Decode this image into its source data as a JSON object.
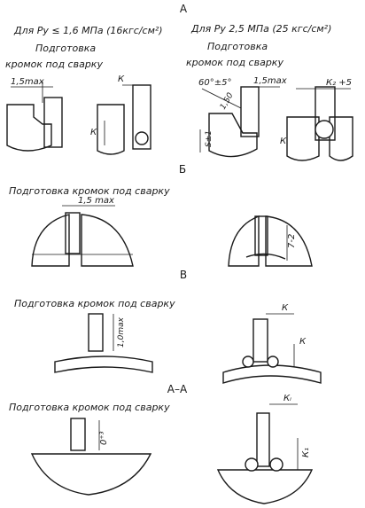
{
  "sections": {
    "A": "А",
    "B": "Б",
    "V": "В",
    "AA": "А–А"
  },
  "labels": {
    "py16": "Для Ру ≤ 1,6 МПа (16кгс/см²)",
    "py25": "Для Ру 2,5 МПа (25 кгс/см²)",
    "prep1": "Подготовка",
    "prep2": "кромок под сварку",
    "prep_full": "Подготовка кромок под сварку"
  },
  "dims": {
    "gap15": "1,5max",
    "gap15b": "1,5 max",
    "k": "К",
    "k2": "К₂ +5",
    "ki": "Кᵢ",
    "k1": "К₁",
    "angle": "60°±5°",
    "s1": "S±1",
    "step": "1,0max",
    "d72": "7-2",
    "d03": "0⁺³",
    "v150": "1,50"
  },
  "colors": {
    "ink": "#1a1a1a",
    "paper": "#ffffff"
  }
}
